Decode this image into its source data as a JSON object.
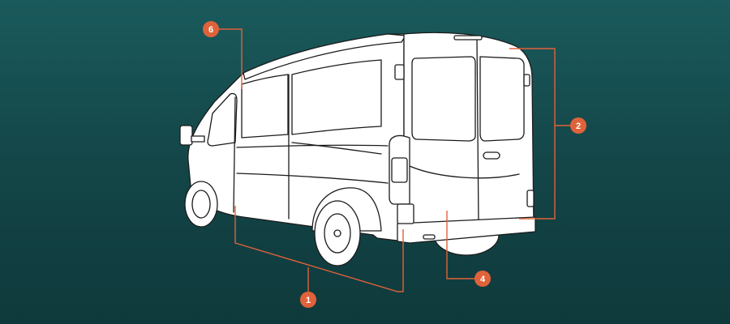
{
  "colors": {
    "background_top": "#1a5a5c",
    "background_bottom": "#0f3a3c",
    "van_fill": "#ffffff",
    "van_outline": "#1b1b1b",
    "callout": "#e0623a"
  },
  "callouts": [
    {
      "id": "1",
      "label": "1"
    },
    {
      "id": "2",
      "label": "2"
    },
    {
      "id": "4",
      "label": "4"
    },
    {
      "id": "6",
      "label": "6"
    }
  ]
}
